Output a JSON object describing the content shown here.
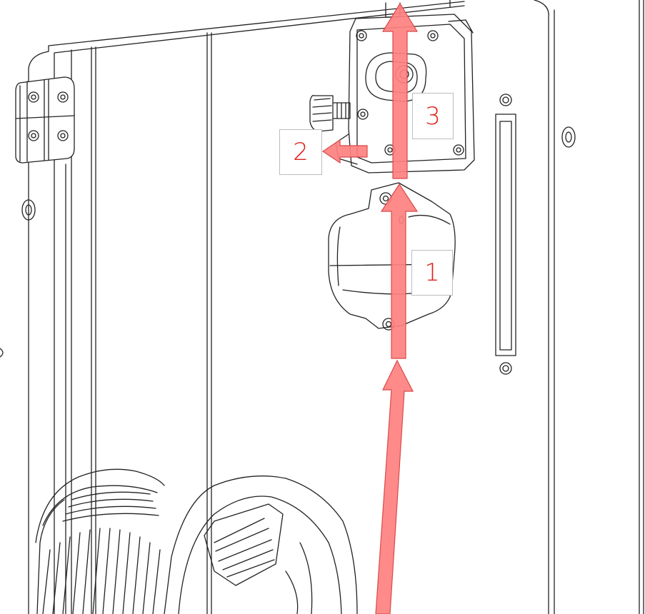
{
  "diagram": {
    "steps": [
      {
        "number": "1"
      },
      {
        "number": "2"
      },
      {
        "number": "3"
      }
    ],
    "colors": {
      "arrow_fill": "#ff8080",
      "arrow_stroke": "#d84a4a",
      "label_text": "#e0201a",
      "label_border": "#bdbdbd",
      "line_art": "#222222"
    }
  }
}
